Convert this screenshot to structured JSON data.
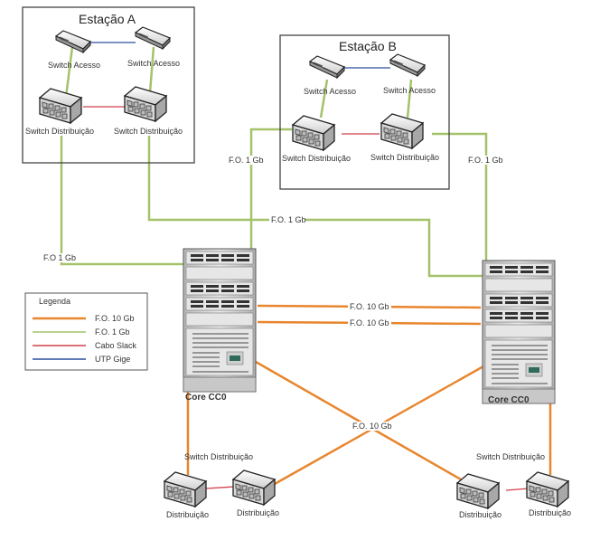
{
  "colors": {
    "fo10": "#e8862e",
    "fo1": "#a4c26a",
    "slack": "#d0404a",
    "utp": "#2c4f9e",
    "box_border": "#444444"
  },
  "stations": [
    {
      "title": "Estação A",
      "access_switches": [
        "Switch Acesso",
        "Switch Acesso"
      ],
      "distribution_switches": [
        "Switch Distribuição",
        "Switch Distribuição"
      ]
    },
    {
      "title": "Estação B",
      "access_switches": [
        "Switch Acesso",
        "Switch Acesso"
      ],
      "distribution_switches": [
        "Switch Distribuição",
        "Switch Distribuição"
      ]
    }
  ],
  "cores": [
    {
      "label": "Core CC0"
    },
    {
      "label": "Core CC0"
    }
  ],
  "link_labels": {
    "a_left_fo1": "F.O 1 Gb",
    "a_right_fo1": "F.O. 1 Gb",
    "b_left_fo1": "F.O. 1 Gb",
    "b_right_fo1": "F.O. 1 Gb",
    "core_fo10_top": "F.O. 10 Gb",
    "core_fo10_bottom": "F.O. 10 Gb",
    "cross_fo10": "F.O. 10 Gb"
  },
  "bottom_groups": [
    {
      "title": "Switch Distribuição",
      "switches": [
        "Distribuição",
        "Distribuição"
      ]
    },
    {
      "title": "Switch Distribuição",
      "switches": [
        "Distribuição",
        "Distribuição"
      ]
    }
  ],
  "legend": {
    "title": "Legenda",
    "items": [
      {
        "label": "F.O. 10 Gb",
        "color": "#e8862e"
      },
      {
        "label": "F.O. 1 Gb",
        "color": "#a4c26a"
      },
      {
        "label": "Cabo Slack",
        "color": "#d0404a"
      },
      {
        "label": "UTP Gige",
        "color": "#2c4f9e"
      }
    ]
  }
}
